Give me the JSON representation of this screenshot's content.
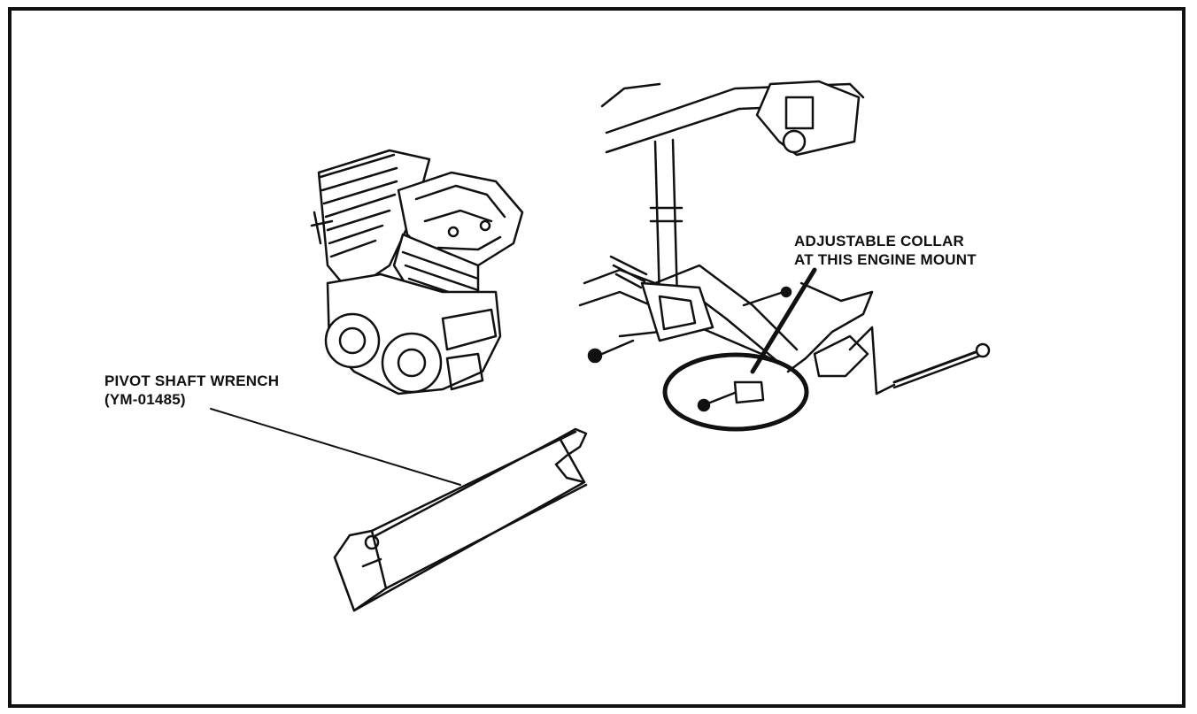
{
  "callouts": {
    "pivot_shaft_wrench": {
      "line1": "PIVOT SHAFT WRENCH",
      "line2": "(YM-01485)"
    },
    "adjustable_collar": {
      "line1": "ADJUSTABLE COLLAR",
      "line2": "AT THIS ENGINE MOUNT"
    }
  },
  "colors": {
    "ink": "#111111",
    "paper": "#ffffff"
  },
  "icons": [
    "engine-illustration",
    "frame-illustration",
    "pivot-shaft-wrench-illustration",
    "highlight-circle"
  ]
}
